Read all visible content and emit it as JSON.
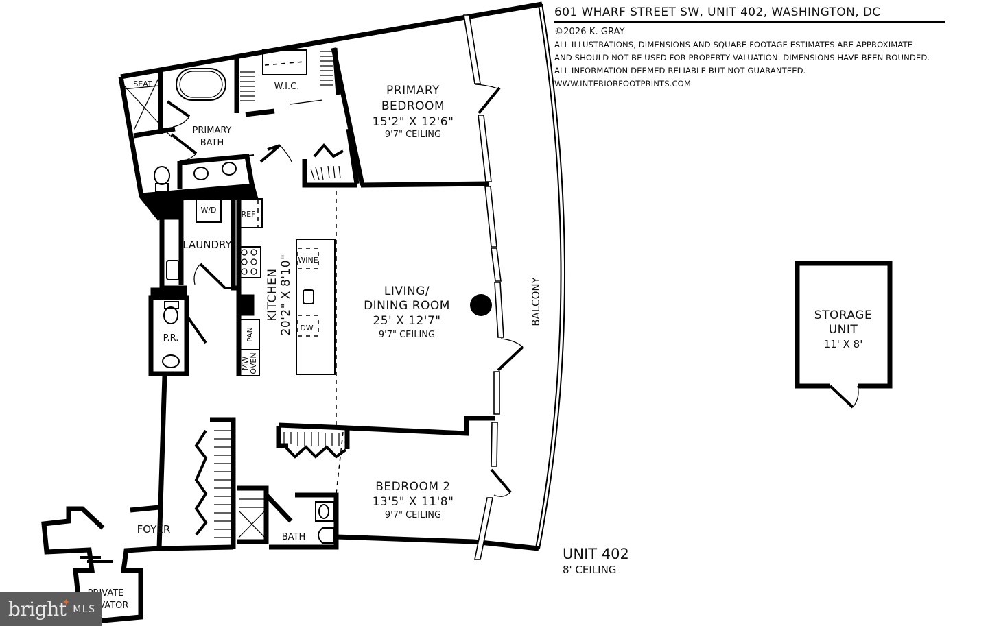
{
  "header": {
    "title": "601 WHARF STREET SW, UNIT 402, WASHINGTON, DC",
    "copyright": "©2026 K. GRAY",
    "disclaimer_lines": [
      "ALL ILLUSTRATIONS, DIMENSIONS AND SQUARE FOOTAGE ESTIMATES ARE APPROXIMATE",
      "AND  SHOULD NOT BE USED FOR PROPERTY VALUATION. DIMENSIONS HAVE BEEN ROUNDED.",
      "ALL INFORMATION DEEMED RELIABLE BUT NOT GUARANTEED."
    ],
    "website": "WWW.INTERIORFOOTPRINTS.COM"
  },
  "unit": {
    "name": "UNIT 402",
    "ceiling": "8' CEILING"
  },
  "rooms": {
    "primary_bedroom": {
      "name_line1": "PRIMARY",
      "name_line2": "BEDROOM",
      "dimensions": "15'2\" X 12'6\"",
      "ceiling": "9'7\" CEILING"
    },
    "primary_bath": {
      "name_line1": "PRIMARY",
      "name_line2": "BATH"
    },
    "wic": {
      "name": "W.I.C."
    },
    "seat": {
      "name": "SEAT"
    },
    "laundry": {
      "name": "LAUNDRY",
      "wd": "W/D"
    },
    "kitchen": {
      "name": "KITCHEN",
      "dimensions": "20'2\" X 8'10\"",
      "ref": "REF",
      "pan": "PAN",
      "mw_line1": "MW",
      "mw_line2": "OVEN",
      "wine": "WINE",
      "dw": "DW"
    },
    "powder_room": {
      "name": "P.R."
    },
    "living_dining": {
      "name_line1": "LIVING/",
      "name_line2": "DINING ROOM",
      "dimensions": "25' X 12'7\"",
      "ceiling": "9'7\" CEILING"
    },
    "balcony": {
      "name": "BALCONY"
    },
    "bedroom_2": {
      "name": "BEDROOM 2",
      "dimensions": "13'5\" X 11'8\"",
      "ceiling": "9'7\" CEILING"
    },
    "bath": {
      "name": "BATH"
    },
    "foyer": {
      "name": "FOYER"
    },
    "private_elevator": {
      "name_line1": "PRIVATE",
      "name_line2": "ELEVATOR"
    },
    "storage_unit": {
      "name_line1": "STORAGE",
      "name_line2": "UNIT",
      "dimensions": "11' X 8'"
    }
  },
  "watermark": {
    "brand": "bright",
    "suffix": "MLS"
  }
}
